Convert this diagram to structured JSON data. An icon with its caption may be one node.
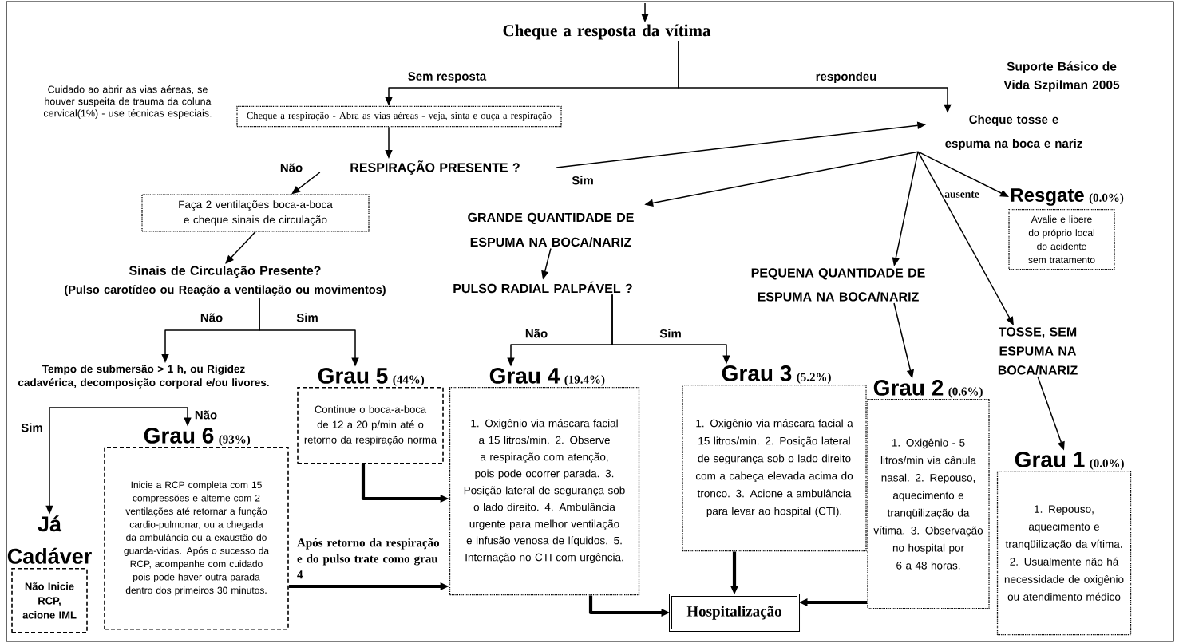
{
  "diagram": {
    "title": "Suporte Básico de Vida Szpilman 2005",
    "nodes": [
      {
        "text": [
          "Cheque a resposta da vítima"
        ]
      },
      {
        "text": [
          "Cheque a respiração - Abra as vias aéreas - veja, sinta e ouça a respiração"
        ]
      },
      {
        "text": [
          "RESPIRAÇÃO PRESENTE ?"
        ]
      },
      {
        "text": [
          "Cheque tosse e espuma na boca e nariz"
        ]
      },
      {
        "text": [
          "Faça 2 ventilações boca-a-boca e cheque sinais de circulação"
        ]
      },
      {
        "text": [
          "Sinais de Circulação Presente?",
          "(Pulso carotídeo ou Reação a ventilação ou movimentos)"
        ]
      },
      {
        "text": [
          "GRANDE QUANTIDADE DE ESPUMA NA BOCA/NARIZ"
        ]
      },
      {
        "text": [
          "Resgate",
          "(0.0%)",
          "Avalie e libere do próprio local do acidente sem tratamento"
        ]
      },
      {
        "text": [
          "PULSO RADIAL PALPÁVEL ?"
        ]
      },
      {
        "text": [
          "PEQUENA QUANTIDADE DE ESPUMA NA BOCA/NARIZ"
        ]
      },
      {
        "text": [
          "Tempo de submersão > 1 h, ou Rigidez cadavérica, decomposição corporal e/ou livores."
        ]
      },
      {
        "text": [
          "Grau 5",
          "(44%)",
          "Continue o boca-a-boca de 12 a 20 p/min até o retorno da respiração norma"
        ]
      },
      {
        "text": [
          "Grau 4",
          "(19.4%)",
          "1. Oxigênio via máscara facial a 15 litros/min. 2. Observe a respiração com atenção, pois pode ocorrer parada. 3. Posição lateral de segurança sob o lado direito. 4. Ambulância urgente para melhor ventilação e infusão venosa de líquidos. 5. Internação no CTI com urgência."
        ]
      },
      {
        "text": [
          "Grau 3",
          "(5.2%)",
          "1. Oxigênio via máscara facial a 15 litros/min. 2. Posição lateral de segurança sob o lado direito com a cabeça elevada acima do tronco. 3. Acione a ambulância para levar ao hospital (CTI)."
        ]
      },
      {
        "text": [
          "TOSSE, SEM ESPUMA NA BOCA/NARIZ"
        ]
      },
      {
        "text": [
          "Grau 2",
          "(0.6%)",
          "1. Oxigênio - 5 litros/min via cânula nasal. 2. Repouso, aquecimento e tranqüilização da vítima. 3. Observação no hospital por 6 a 48 horas."
        ]
      },
      {
        "text": [
          "Já Cadáver",
          "Não Inicie RCP, acione IML"
        ]
      },
      {
        "text": [
          "Grau 6",
          "(93%)",
          "Inicie a RCP completa com 15 compressões e alterne com 2 ventilações até retornar a função cardio-pulmonar, ou a chegada da ambulância ou a exaustão do guarda-vidas. Após o sucesso da RCP, acompanhe com cuidado pois pode haver outra parada dentro dos primeiros 30 minutos."
        ]
      },
      {
        "text": [
          "Grau 1",
          "(0.0%)",
          "1. Repouso, aquecimento e tranqüilização da vítima. 2. Usualmente não há necessidade de oxigênio ou atendimento médico"
        ]
      },
      {
        "text": [
          "Hospitalização"
        ]
      }
    ],
    "edges": [
      {
        "from": null,
        "to": 0,
        "arrow": "to"
      },
      {
        "from": 0,
        "to": 1,
        "arrow": "to",
        "label": "Sem resposta"
      },
      {
        "from": 0,
        "to": 3,
        "arrow": "to",
        "label": "respondeu"
      },
      {
        "from": 1,
        "to": 2,
        "arrow": "to"
      },
      {
        "from": 2,
        "to": 4,
        "arrow": "to",
        "label": "Não"
      },
      {
        "from": 2,
        "to": 3,
        "arrow": "to",
        "label": "Sim"
      },
      {
        "from": 3,
        "to": 6,
        "arrow": "to"
      },
      {
        "from": 3,
        "to": 7,
        "arrow": "to",
        "label": "ausente"
      },
      {
        "from": 3,
        "to": 9,
        "arrow": "to"
      },
      {
        "from": 3,
        "to": 14,
        "arrow": "to"
      },
      {
        "from": 4,
        "to": 5,
        "arrow": "to"
      },
      {
        "from": 6,
        "to": 8,
        "arrow": "to"
      },
      {
        "from": 5,
        "to": 10,
        "arrow": "to",
        "label": "Não"
      },
      {
        "from": 5,
        "to": 11,
        "arrow": "to",
        "label": "Sim"
      },
      {
        "from": 8,
        "to": 12,
        "arrow": "to",
        "label": "Não"
      },
      {
        "from": 8,
        "to": 13,
        "arrow": "to",
        "label": "Sim"
      },
      {
        "from": 9,
        "to": 15,
        "arrow": "to"
      },
      {
        "from": 14,
        "to": 18,
        "arrow": "to"
      },
      {
        "from": 10,
        "to": 16,
        "arrow": "to",
        "label": "Sim"
      },
      {
        "from": 10,
        "to": 17,
        "arrow": "to",
        "label": "Não"
      },
      {
        "from": 11,
        "to": 12,
        "arrow": "to",
        "style": "thick"
      },
      {
        "from": 17,
        "to": 12,
        "arrow": "to",
        "style": "thick",
        "label": "Após retorno da respiração e do pulso trate como grau 4"
      },
      {
        "from": 12,
        "to": 19,
        "arrow": "to",
        "style": "thick"
      },
      {
        "from": 13,
        "to": 19,
        "arrow": "to",
        "style": "thick"
      },
      {
        "from": 15,
        "to": 19,
        "arrow": "to",
        "style": "thick"
      }
    ],
    "labels": [
      "Cuidado ao abrir as vias aéreas, se houver suspeita de trauma da coluna cervical(1%) - use técnicas especiais."
    ]
  }
}
